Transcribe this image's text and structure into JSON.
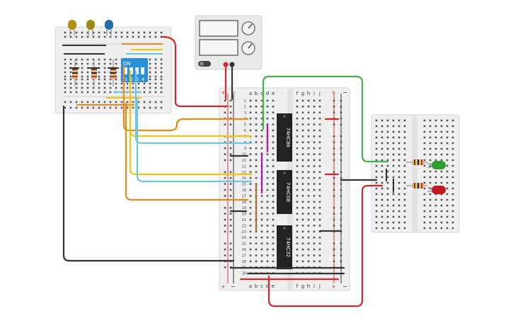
{
  "colors": {
    "board": "#efefef",
    "board_edge": "#d4d4d4",
    "hole": "#5a5a5a",
    "rail_red": "#e0363a",
    "rail_black": "#333333",
    "wire_red": "#d9262b",
    "wire_black": "#333333",
    "wire_orange": "#e8891c",
    "wire_yellow": "#f1c40f",
    "wire_cyan": "#6ec6e0",
    "wire_green": "#47b04a",
    "wire_purple": "#b5179e",
    "wire_brown": "#a0712b",
    "led_yellow": "#b08f10",
    "led_olive": "#9c8a18",
    "led_blue": "#1f6ea6",
    "led_green": "#2e9e2e",
    "led_red": "#c0191f",
    "dip_switch": "#2a8fd6",
    "chip": "#222222",
    "psu_body": "#e9e9e9"
  },
  "dip_switch": {
    "label": "ON",
    "numbers": [
      "1",
      "2",
      "3",
      "4"
    ]
  },
  "chips": [
    {
      "label": "74HC86"
    },
    {
      "label": "74HC08"
    },
    {
      "label": "74HC32"
    }
  ],
  "main_board": {
    "col_letters_left": [
      "a",
      "b",
      "c",
      "d",
      "e"
    ],
    "col_letters_right": [
      "f",
      "g",
      "h",
      "i",
      "j"
    ],
    "plus": "+",
    "minus": "−",
    "row_numbers": [
      "1",
      "2",
      "3",
      "4",
      "5",
      "6",
      "7",
      "8",
      "9",
      "10",
      "11",
      "12",
      "13",
      "14",
      "15",
      "16",
      "17",
      "18",
      "19",
      "20",
      "21",
      "22",
      "23",
      "24",
      "25",
      "26",
      "27",
      "28",
      "29",
      "30"
    ]
  },
  "icons": {
    "power_switch": "toggle-switch-icon",
    "knob": "rotary-knob-icon"
  }
}
